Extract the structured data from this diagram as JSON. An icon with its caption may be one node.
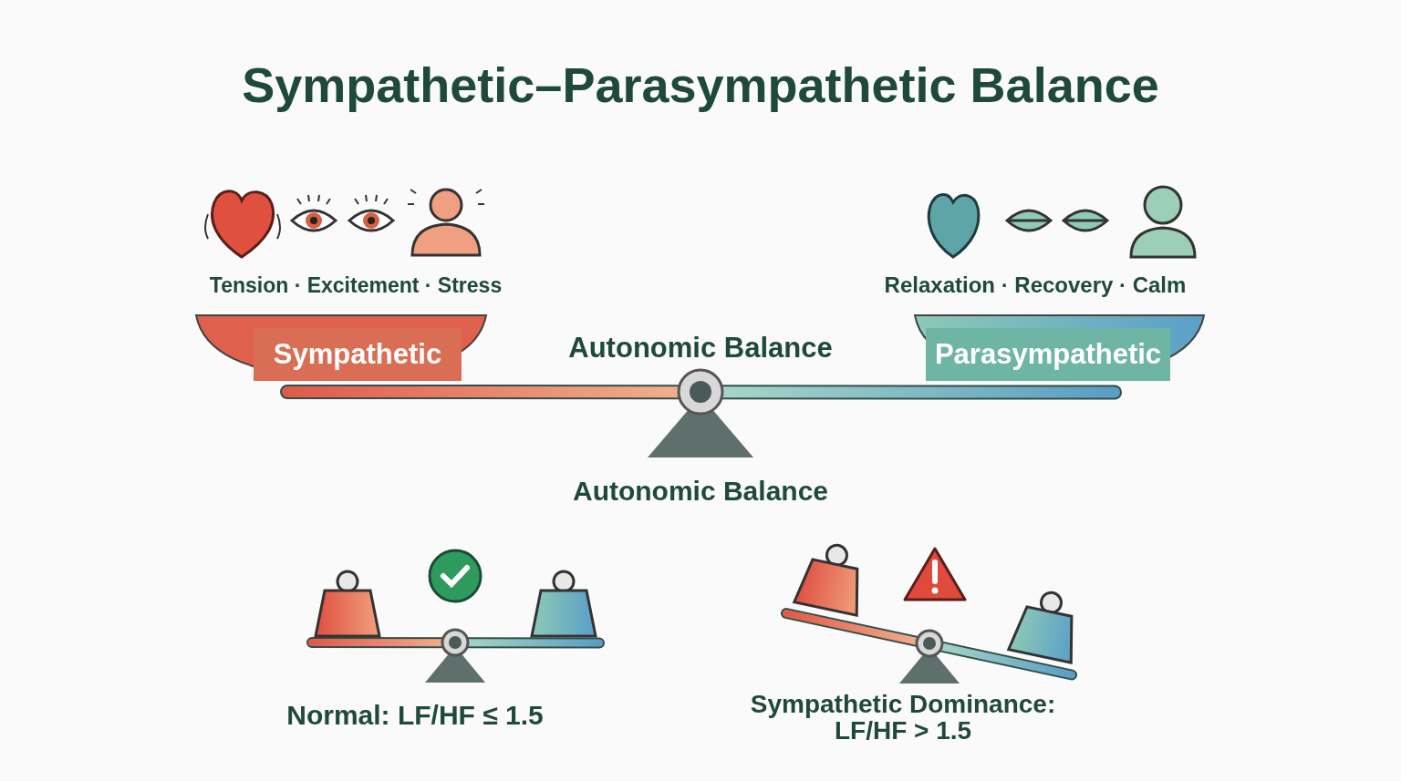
{
  "diagram": {
    "title": "Sympathetic–Parasympathetic Balance",
    "nodes": [
      {
        "text": [
          "Sympathetic"
        ]
      },
      {
        "text": [
          "Parasympathetic"
        ]
      }
    ],
    "labels": [
      "Tension · Excitement · Stress",
      "Relaxation · Recovery · Calm",
      "Autonomic Balance",
      "Autonomic Balance",
      "Normal: LF/HF ≤ 1.5",
      "Sympathetic Dominance: LF/HF > 1.5"
    ]
  }
}
